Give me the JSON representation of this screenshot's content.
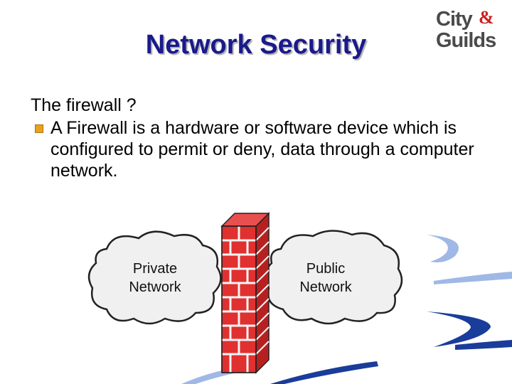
{
  "slide": {
    "title": "Network Security",
    "logo": {
      "line1": "City",
      "ampersand": "&",
      "line2": "Guilds"
    },
    "question": "The firewall ?",
    "bullets": [
      {
        "text": "A Firewall is a hardware or software device which is configured to permit or deny, data through a computer network.",
        "marker_color": "#e8a21a"
      }
    ]
  },
  "diagram": {
    "left_cloud_label_line1": "Private",
    "left_cloud_label_line2": "Network",
    "right_cloud_label_line1": "Public",
    "right_cloud_label_line2": "Network",
    "wall_color": "#e03030",
    "mortar_color": "#f4f4f4",
    "cloud_fill": "#f0f0f0"
  },
  "colors": {
    "title": "#1a1a8c",
    "swoosh_dark": "#1a3c9a",
    "swoosh_light": "#9fb8e6"
  }
}
